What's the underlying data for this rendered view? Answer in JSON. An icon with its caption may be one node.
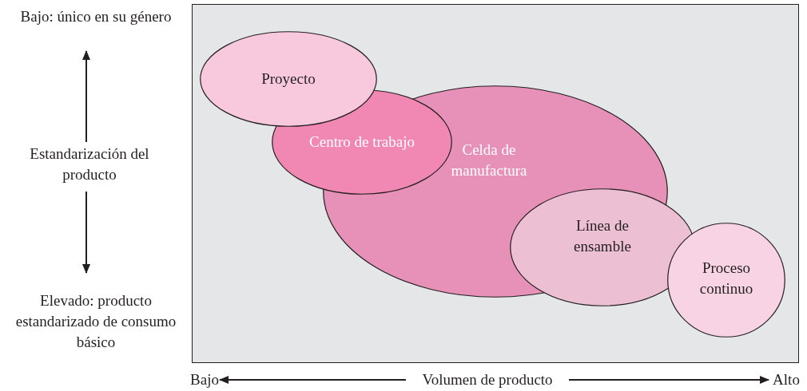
{
  "diagram": {
    "nodes": [
      {
        "text": [
          "Proyecto"
        ]
      },
      {
        "text": [
          "Centro de trabajo"
        ]
      },
      {
        "text": [
          "Celda de manufactura"
        ]
      },
      {
        "text": [
          "Línea de ensamble"
        ]
      },
      {
        "text": [
          "Proceso continuo"
        ]
      }
    ],
    "labels": [
      "Bajo: único en su género",
      "Estandarización del producto",
      "Elevado: producto estandarizado de consumo básico",
      "Bajo",
      "Volumen de producto",
      "Alto"
    ]
  }
}
